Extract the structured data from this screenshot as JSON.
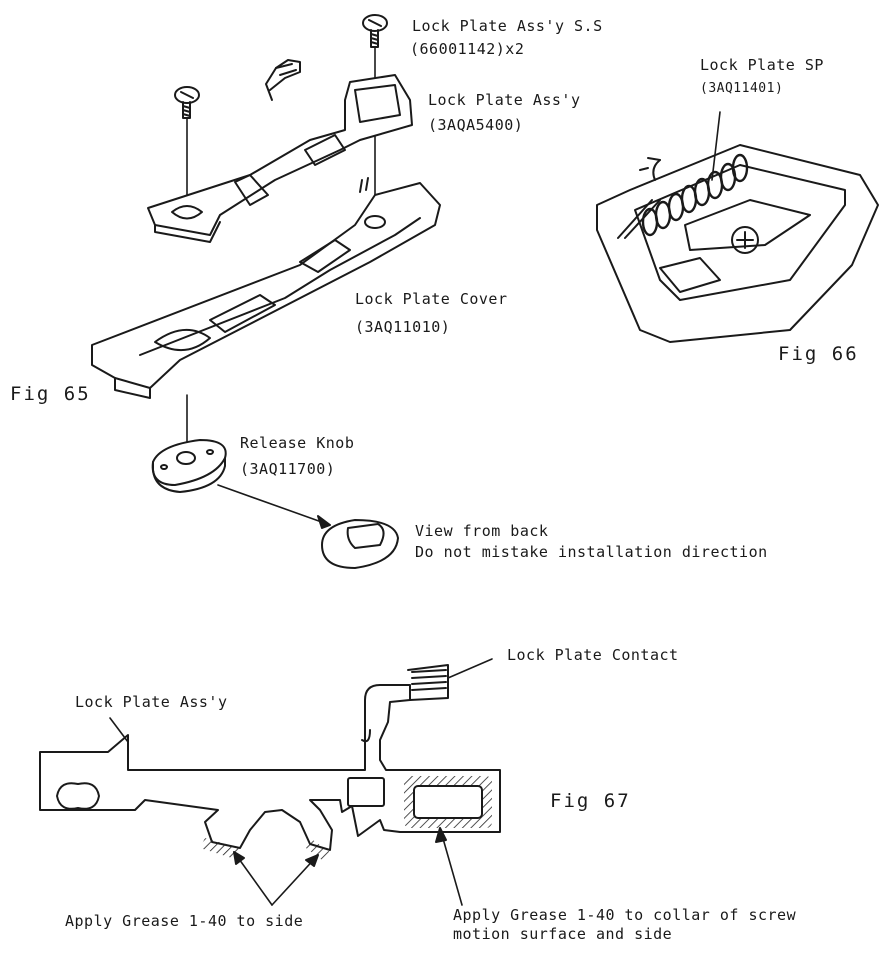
{
  "figures": {
    "fig65": "Fig 65",
    "fig66": "Fig 66",
    "fig67": "Fig 67"
  },
  "fig65_parts": {
    "screw_name": "Lock Plate Ass'y S.S",
    "screw_code": "(66001142)x2",
    "plate_name": "Lock Plate Ass'y",
    "plate_code": "(3AQA5400)",
    "cover_name": "Lock Plate Cover",
    "cover_code": "(3AQ11010)",
    "knob_name": "Release Knob",
    "knob_code": "(3AQ11700)",
    "note_line1": "View from back",
    "note_line2": "Do not mistake installation direction"
  },
  "fig66_parts": {
    "spring_name": "Lock Plate SP",
    "spring_code": "(3AQ11401)"
  },
  "fig67_parts": {
    "plate_label": "Lock Plate Ass'y",
    "contact_label": "Lock Plate Contact",
    "grease_side": "Apply Grease 1-40 to side",
    "grease_collar_line1": "Apply Grease 1-40 to collar of screw",
    "grease_collar_line2": "motion surface and side"
  }
}
